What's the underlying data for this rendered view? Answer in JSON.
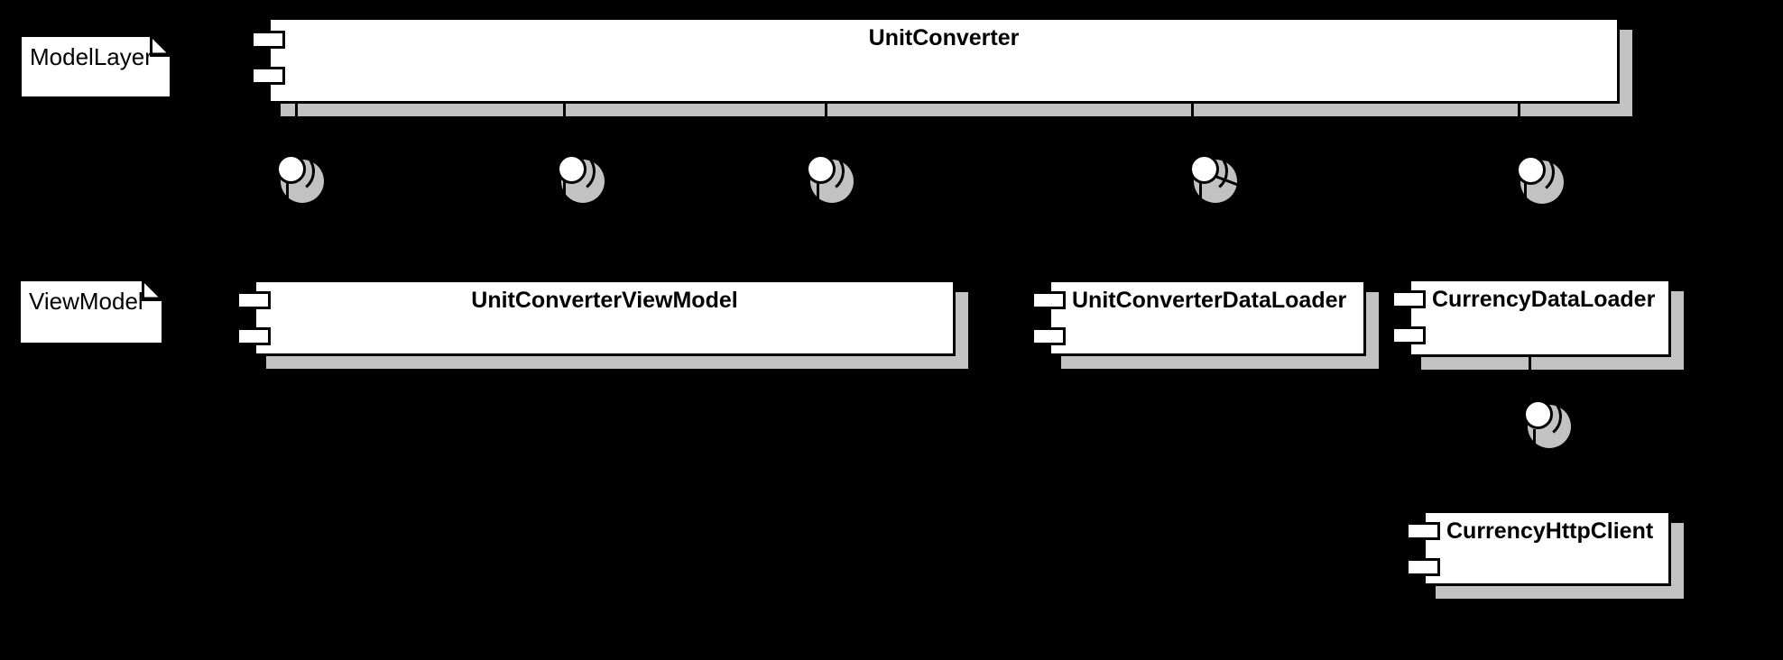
{
  "diagram_type": "uml-component-diagram",
  "colors": {
    "background": "#000000",
    "shape_fill": "#ffffff",
    "line": "#000000",
    "shadow": "#c2c2c2"
  },
  "notes": [
    {
      "label": "ModelLayer"
    },
    {
      "label": "ViewModel"
    }
  ],
  "components": [
    {
      "label": "UnitConverter"
    },
    {
      "label": "UnitConverterViewModel"
    },
    {
      "label": "UnitConverterDataLoader"
    },
    {
      "label": "CurrencyDataLoader"
    },
    {
      "label": "CurrencyHttpClient"
    }
  ],
  "interfaces": {
    "symbol": "ball-and-socket-lollipop",
    "count": 6,
    "labels": [
      "",
      "",
      "",
      "",
      "",
      ""
    ]
  }
}
